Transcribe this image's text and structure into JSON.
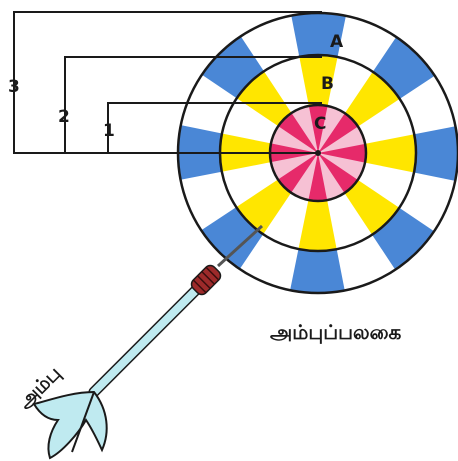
{
  "colors": {
    "outer_a": "#4a87d6",
    "middle_b": "#ffe600",
    "center_c": "#e62a6a",
    "center_c_light": "#f6c1d4",
    "ink": "#1a1a1a",
    "dart_shaft": "#bfeaf0",
    "dart_grip": "#9d2a2a"
  },
  "rings": {
    "a_label": "A",
    "b_label": "B",
    "c_label": "C"
  },
  "distance_marks": {
    "mark_3": "3",
    "mark_2": "2",
    "mark_1": "1"
  },
  "labels": {
    "board": "அம்புப்பலகை",
    "dart": "அம்பு"
  },
  "icons": {
    "dart": "dart-icon",
    "board": "target-board-icon"
  }
}
